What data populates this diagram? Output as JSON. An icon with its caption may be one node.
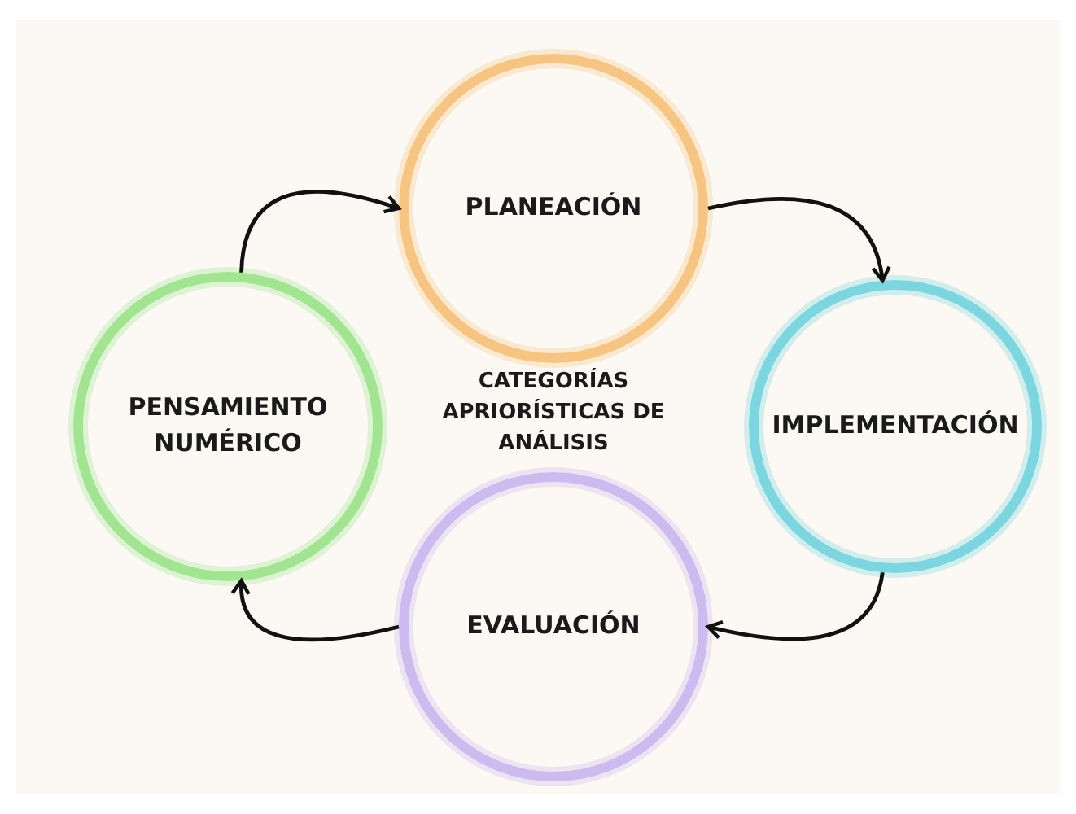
{
  "diagram": {
    "nodes": [
      {
        "text": [
          "PLANEACIÓN"
        ]
      },
      {
        "text": [
          "PENSAMIENTO NUMÉRICO"
        ]
      },
      {
        "text": [
          "IMPLEMENTACIÓN"
        ]
      },
      {
        "text": [
          "EVALUACIÓN"
        ]
      }
    ],
    "edges": [
      {
        "from": 1,
        "to": 0,
        "arrow": "to"
      },
      {
        "from": 0,
        "to": 2,
        "arrow": "to"
      },
      {
        "from": 2,
        "to": 3,
        "arrow": "to"
      },
      {
        "from": 3,
        "to": 1,
        "arrow": "to"
      }
    ],
    "labels": [
      "CATEGORÍAS APRIORÍSTICAS DE ANÁLISIS"
    ]
  }
}
